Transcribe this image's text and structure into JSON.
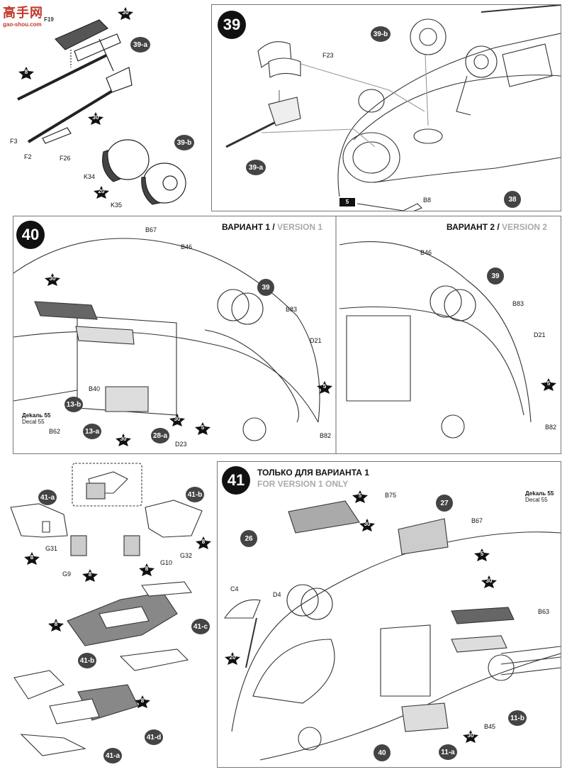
{
  "logo": {
    "main": "高手网",
    "sub": "gao-shou.com",
    "badge": "F19"
  },
  "step39": {
    "number": "39",
    "parts": [
      "F23",
      "B8"
    ],
    "callouts": [
      "39-b",
      "39-a",
      "38"
    ],
    "stars": [
      "5"
    ]
  },
  "subassembly39a": {
    "callout": "39-a",
    "parts": [
      "F3",
      "F2",
      "F26"
    ],
    "stars": [
      "30",
      "8",
      "30"
    ]
  },
  "subassembly39b": {
    "callout": "39-b",
    "parts": [
      "K34",
      "K35"
    ],
    "stars": [
      "20"
    ]
  },
  "step40": {
    "number": "40",
    "variant1_ru": "ВАРИАНТ 1",
    "variant1_en": "VERSION 1",
    "variant2_ru": "ВАРИАНТ 2",
    "variant2_en": "VERSION 2",
    "separator": "/",
    "parts_v1": [
      "B67",
      "B46",
      "B83",
      "D21",
      "B40",
      "B62",
      "D23",
      "B82"
    ],
    "callouts_v1": [
      "39",
      "13-b",
      "13-a",
      "28-a"
    ],
    "stars_v1": [
      "30",
      "30",
      "5",
      "5",
      "30"
    ],
    "decal_ru": "Деkaль 55",
    "decal_en": "Decal 55",
    "parts_v2": [
      "B46",
      "B83",
      "D21",
      "B82"
    ],
    "callouts_v2": [
      "39"
    ],
    "stars_v2": [
      "5"
    ]
  },
  "step41": {
    "number": "41",
    "title_ru": "ТОЛЬКО ДЛЯ ВАРИАНТА 1",
    "title_en": "FOR VERSION 1 ONLY",
    "parts": [
      "B75",
      "B67",
      "C4",
      "D4",
      "B63",
      "B45"
    ],
    "callouts": [
      "26",
      "27",
      "40",
      "11-a",
      "11-b"
    ],
    "stars": [
      "5",
      "30",
      "5",
      "30",
      "20",
      "30"
    ],
    "decal_ru": "Деkaль 55",
    "decal_en": "Decal 55"
  },
  "subassembly41": {
    "callouts": [
      "41-a",
      "41-b",
      "41-c",
      "41-b",
      "41-d",
      "41-a"
    ],
    "parts": [
      "G31",
      "G9",
      "G10",
      "G32"
    ],
    "stars": [
      "8",
      "8",
      "8",
      "8",
      "8",
      "8"
    ]
  }
}
